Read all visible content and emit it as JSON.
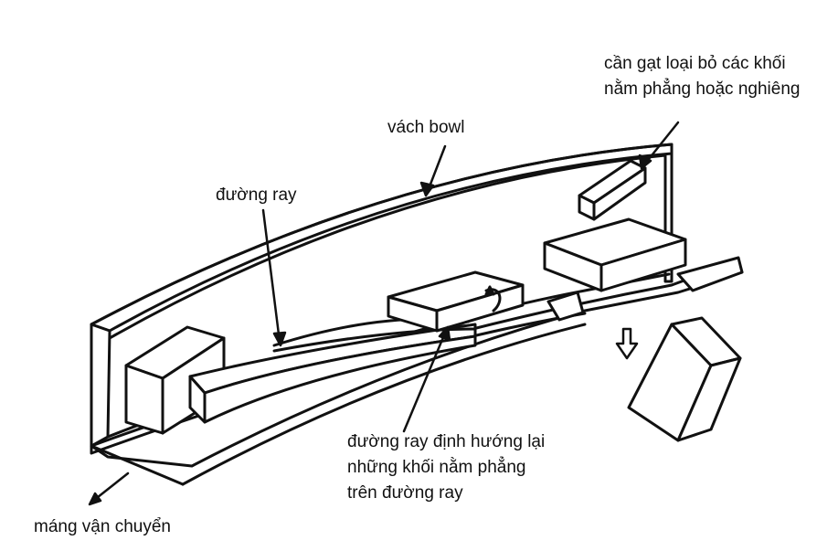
{
  "labels": {
    "wiper": [
      "cần gạt loại bỏ các khối",
      "nằm phẳng hoặc nghiêng"
    ],
    "bowl_wall": "vách bowl",
    "track": "đường ray",
    "reorient_rail": [
      "đường ray định hướng lại",
      "những khối nằm phẳng",
      "trên đường ray"
    ],
    "chute": "máng vận chuyển"
  },
  "colors": {
    "ink": "#111111",
    "fill": "#ffffff"
  }
}
